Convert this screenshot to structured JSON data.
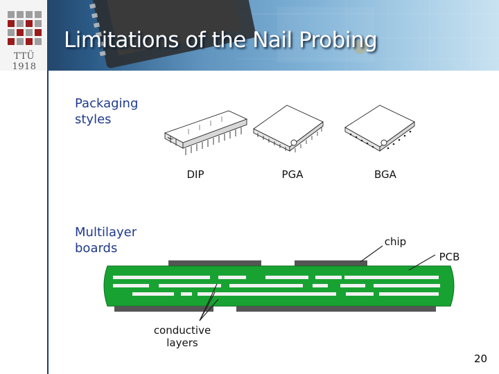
{
  "slide": {
    "title": "Limitations of the Nail Probing",
    "logo_text": "TTÜ 1918",
    "page_number": "20"
  },
  "sections": {
    "packaging_label": "Packaging styles",
    "multilayer_label": "Multilayer boards"
  },
  "packages": [
    {
      "label": "DIP"
    },
    {
      "label": "PGA"
    },
    {
      "label": "BGA"
    }
  ],
  "board_labels": {
    "chip": "chip",
    "pcb": "PCB",
    "conductive_layers": "conductive layers"
  },
  "colors": {
    "accent_text": "#1f3a8c",
    "board_green": "#18a232",
    "chip_gray": "#555555",
    "header_dark": "#1b2f4d",
    "header_light": "#c9e2f1",
    "logo_red": "#9b1b1b"
  }
}
